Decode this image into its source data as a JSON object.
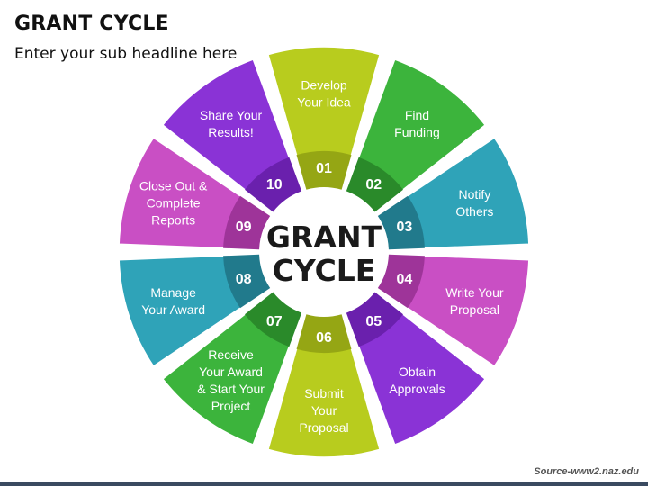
{
  "header": {
    "title": "GRANT CYCLE",
    "subtitle": "Enter your sub headline here"
  },
  "center": {
    "line1": "GRANT",
    "line2": "CYCLE"
  },
  "steps": [
    {
      "number": "01",
      "label": [
        "Develop",
        "Your Idea"
      ],
      "color": "#b8cc1e",
      "dark": "#95a614"
    },
    {
      "number": "02",
      "label": [
        "Find",
        "Funding"
      ],
      "color": "#3cb43c",
      "dark": "#2a8a2a"
    },
    {
      "number": "03",
      "label": [
        "Notify",
        "Others"
      ],
      "color": "#2fa3b8",
      "dark": "#217a8c"
    },
    {
      "number": "04",
      "label": [
        "Write Your",
        "Proposal"
      ],
      "color": "#c94fc4",
      "dark": "#9e3499"
    },
    {
      "number": "05",
      "label": [
        "Obtain",
        "Approvals"
      ],
      "color": "#8a33d6",
      "dark": "#6a20ad"
    },
    {
      "number": "06",
      "label": [
        "Submit",
        "Your",
        "Proposal"
      ],
      "color": "#b8cc1e",
      "dark": "#95a614"
    },
    {
      "number": "07",
      "label": [
        "Receive",
        "Your Award",
        "& Start Your",
        "Project"
      ],
      "color": "#3cb43c",
      "dark": "#2a8a2a"
    },
    {
      "number": "08",
      "label": [
        "Manage",
        "Your Award"
      ],
      "color": "#2fa3b8",
      "dark": "#217a8c"
    },
    {
      "number": "09",
      "label": [
        "Close Out &",
        "Complete",
        "Reports"
      ],
      "color": "#c94fc4",
      "dark": "#9e3499"
    },
    {
      "number": "10",
      "label": [
        "Share Your",
        "Results!"
      ],
      "color": "#8a33d6",
      "dark": "#6a20ad"
    }
  ],
  "footer": {
    "source": "Source-www2.naz.edu"
  }
}
